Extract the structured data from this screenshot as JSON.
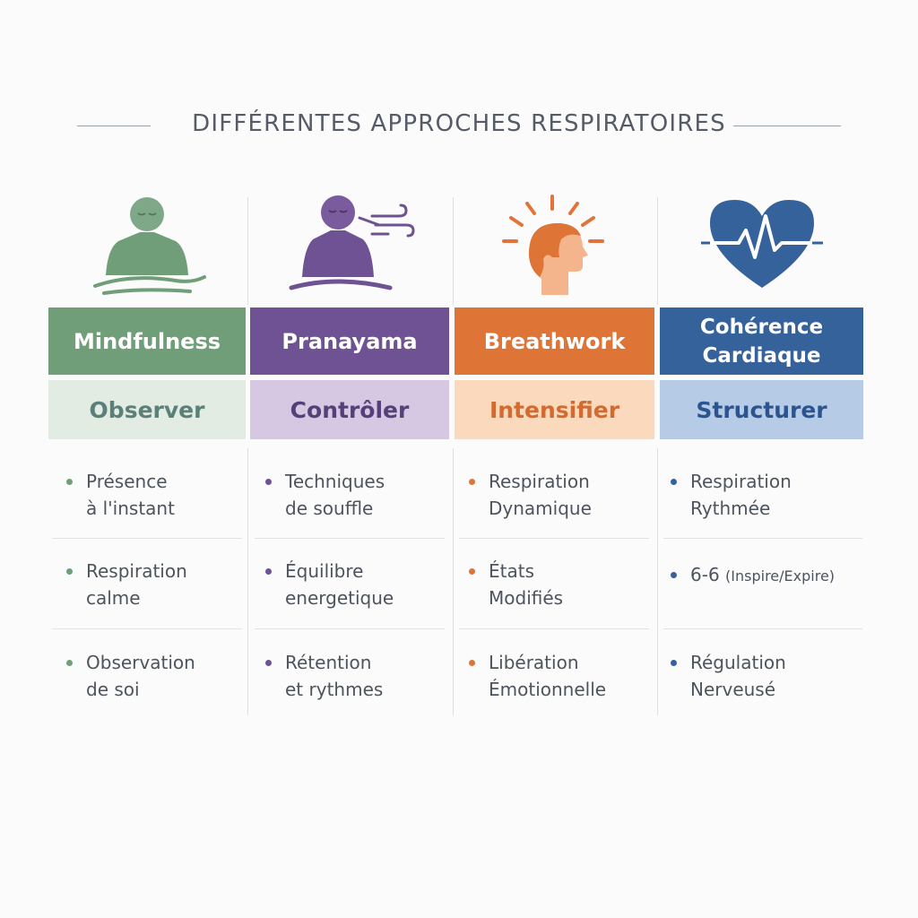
{
  "title": "DIFFÉRENTES APPROCHES RESPIRATOIRES",
  "columns": [
    {
      "icon": "meditating-person-icon",
      "header": "Mindfulness",
      "verb": "Observer",
      "colors": {
        "header": "#6f9e78",
        "verb_bg": "#e2ece2",
        "verb_text": "#5b7f79",
        "bullet": "#6f9e78"
      },
      "items": [
        "Présence\nà l'instant",
        "Respiration\ncalme",
        "Observation\nde soi"
      ]
    },
    {
      "icon": "breathing-person-icon",
      "header": "Pranayama",
      "verb": "Contrôler",
      "colors": {
        "header": "#6e5294",
        "verb_bg": "#d6c7e3",
        "verb_text": "#56407a",
        "bullet": "#6e5294"
      },
      "items": [
        "Techniques\nde souffle",
        "Équilibre\nenergetique",
        "Rétention\net rythmes"
      ]
    },
    {
      "icon": "radiant-head-icon",
      "header": "Breathwork",
      "verb": "Intensifier",
      "colors": {
        "header": "#df7437",
        "verb_bg": "#fbd9bd",
        "verb_text": "#d46a2e",
        "bullet": "#df7437"
      },
      "items": [
        "Respiration\nDynamique",
        "États\nModifiés",
        "Libération\nÉmotionnelle"
      ]
    },
    {
      "icon": "heart-pulse-icon",
      "header": "Cohérence\nCardiaque",
      "verb": "Structurer",
      "colors": {
        "header": "#36629b",
        "verb_bg": "#b6cbe6",
        "verb_text": "#2c5590",
        "bullet": "#36629b"
      },
      "items": [
        "Respiration\nRythmée",
        "6-6",
        "Régulation\nNerveusé"
      ],
      "item2_note": "(Inspire/Expire)"
    }
  ]
}
